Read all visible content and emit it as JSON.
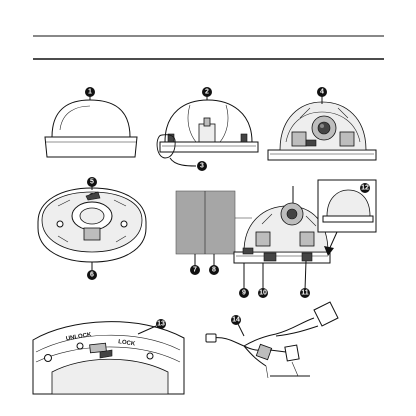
{
  "diagram": {
    "callouts": [
      {
        "id": "c1",
        "label": "1"
      },
      {
        "id": "c2",
        "label": "2"
      },
      {
        "id": "c3",
        "label": "3"
      },
      {
        "id": "c4",
        "label": "4"
      },
      {
        "id": "c5",
        "label": "5"
      },
      {
        "id": "c6",
        "label": "6"
      },
      {
        "id": "c7",
        "label": "7"
      },
      {
        "id": "c8",
        "label": "8"
      },
      {
        "id": "c9",
        "label": "9"
      },
      {
        "id": "c10",
        "label": "10"
      },
      {
        "id": "c11",
        "label": "11"
      },
      {
        "id": "c12",
        "label": "12"
      },
      {
        "id": "c13",
        "label": "13"
      },
      {
        "id": "c14",
        "label": "14"
      }
    ],
    "ring_text": {
      "unlock": "UNLOCK",
      "lock": "LOCK"
    }
  }
}
